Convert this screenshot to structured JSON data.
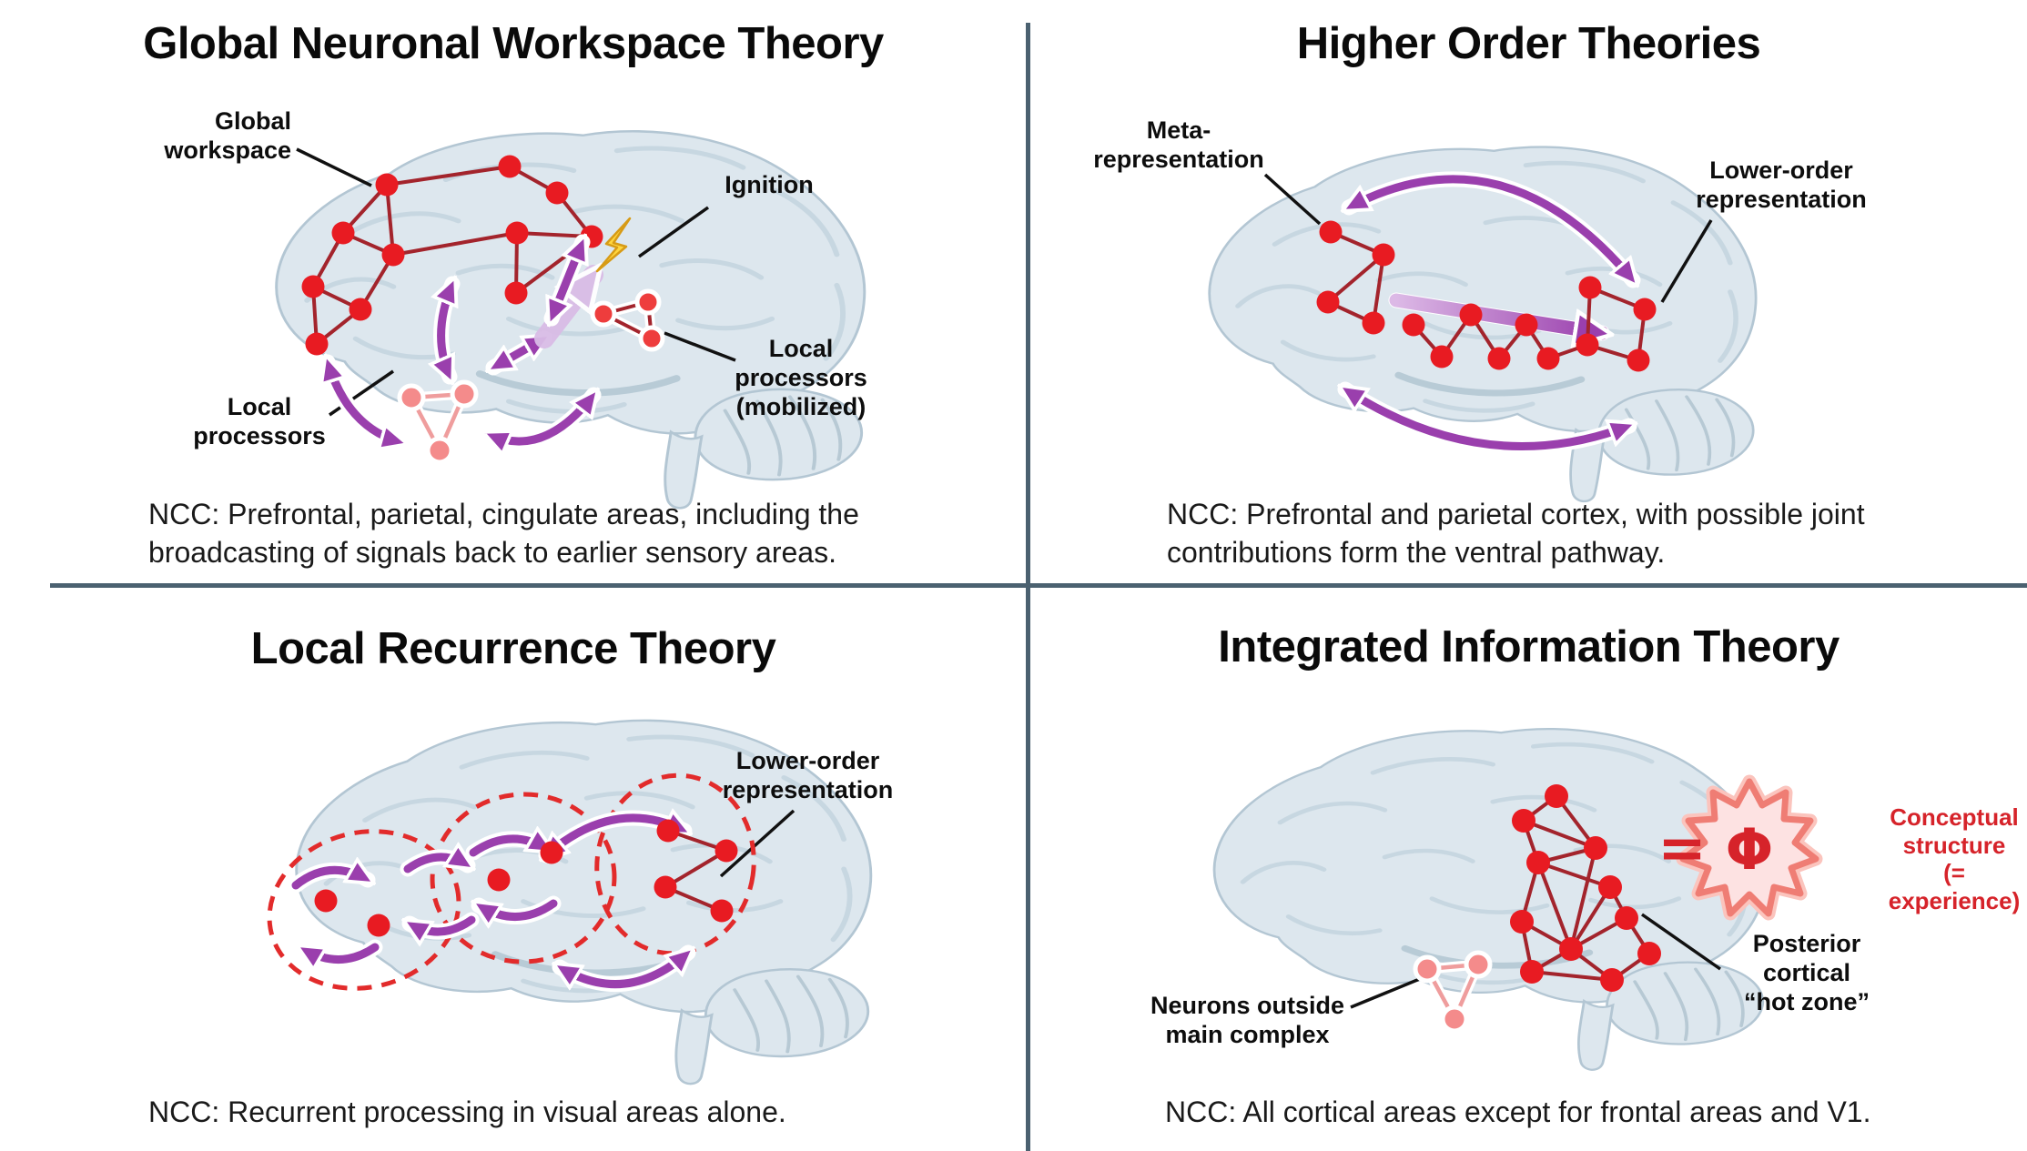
{
  "figure": {
    "palette": {
      "divider": "#4b6170",
      "node_red": "#e81b22",
      "edge_red": "#a3242c",
      "pink_node": "#f48b8b",
      "arrow_purple": "#9a3fad",
      "bolt_yellow": "#ffd53e",
      "dashed_red": "#e22b2b",
      "label_red": "#d6232a",
      "brain_fill": "#dde7ee"
    }
  },
  "quadrants": {
    "gnwt": {
      "title": "Global Neuronal Workspace Theory",
      "labels": {
        "global_workspace": "Global\nworkspace",
        "ignition": "Ignition",
        "local_processors": "Local\nprocessors",
        "local_processors_mobilized": "Local\nprocessors\n(mobilized)"
      },
      "ncc": "NCC: Prefrontal, parietal, cingulate areas, including the\nbroadcasting of signals back to earlier sensory areas."
    },
    "hot": {
      "title": "Higher Order Theories",
      "labels": {
        "meta_representation": "Meta-\nrepresentation",
        "lower_order_representation": "Lower-order\nrepresentation"
      },
      "ncc": "NCC: Prefrontal and parietal cortex, with possible joint\ncontributions form the ventral pathway."
    },
    "lrt": {
      "title": "Local Recurrence Theory",
      "labels": {
        "lower_order_representation": "Lower-order\nrepresentation"
      },
      "ncc": "NCC: Recurrent processing in visual areas alone."
    },
    "iit": {
      "title": "Integrated Information Theory",
      "labels": {
        "equals": "=",
        "phi": "Φ",
        "conceptual_structure": "Conceptual\nstructure\n(= experience)",
        "neurons_outside": "Neurons outside\nmain complex",
        "posterior_hot_zone": "Posterior\ncortical\n“hot zone”"
      },
      "ncc": "NCC: All cortical areas except for frontal areas and V1."
    }
  }
}
